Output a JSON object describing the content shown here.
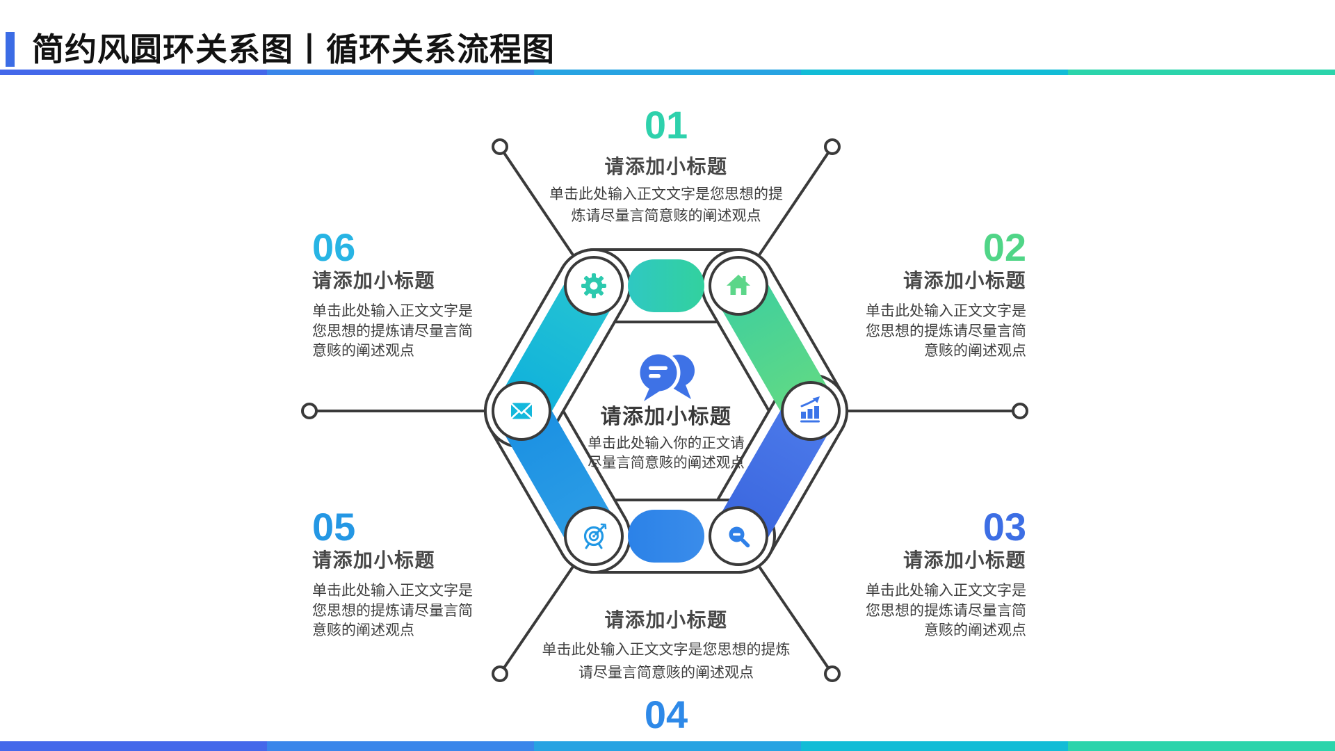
{
  "header": {
    "title": "简约风圆环关系图丨循环关系流程图",
    "accent_color": "#3b6ce5"
  },
  "theme": {
    "background": "#ffffff",
    "outline_color": "#3a3a3a",
    "gradient_stops": [
      "#4468ea",
      "#3a86ea",
      "#27a3e2",
      "#12bcd6",
      "#2bd4ab"
    ]
  },
  "center": {
    "icon": "chat-bubbles-icon",
    "icon_color": "#3e72e6",
    "subtitle": "请添加小标题",
    "body": [
      "单击此处输入你的正文请",
      "尽量言简意赅的阐述观点"
    ]
  },
  "sections": [
    {
      "number": "01",
      "color": "#2ed1ac",
      "subtitle": "请添加小标题",
      "body": [
        "单击此处输入正文文字是您思想的提",
        "炼请尽量言简意赅的阐述观点"
      ],
      "band_colors": [
        "#2fc8c2",
        "#32d19e"
      ]
    },
    {
      "number": "02",
      "color": "#50d587",
      "subtitle": "请添加小标题",
      "body": [
        "单击此处输入正文文字是",
        "您思想的提炼请尽量言简",
        "意赅的阐述观点"
      ],
      "band_colors": [
        "#3ecf9e",
        "#63da83"
      ]
    },
    {
      "number": "03",
      "color": "#3d6ee4",
      "subtitle": "请添加小标题",
      "body": [
        "单击此处输入正文文字是",
        "您思想的提炼请尽量言简",
        "意赅的阐述观点"
      ],
      "band_colors": [
        "#4c7aea",
        "#3a66de"
      ]
    },
    {
      "number": "04",
      "color": "#2e89e8",
      "subtitle": "请添加小标题",
      "body": [
        "单击此处输入正文文字是您思想的提炼",
        "请尽量言简意赅的阐述观点"
      ],
      "band_colors": [
        "#3a8cea",
        "#2b82e8"
      ]
    },
    {
      "number": "05",
      "color": "#2497e4",
      "subtitle": "请添加小标题",
      "body": [
        "单击此处输入正文文字是",
        "您思想的提炼请尽量言简",
        "意赅的阐述观点"
      ],
      "band_colors": [
        "#2d9de6",
        "#1a90e2"
      ]
    },
    {
      "number": "06",
      "color": "#27b4e4",
      "subtitle": "请添加小标题",
      "body": [
        "单击此处输入正文文字是",
        "您思想的提炼请尽量言简",
        "意赅的阐述观点"
      ],
      "band_colors": [
        "#0fb0dc",
        "#25c4d2"
      ]
    }
  ],
  "vertex_icons": [
    {
      "name": "gear-icon",
      "color": "#2cc9ae"
    },
    {
      "name": "house-icon",
      "color": "#5cd689"
    },
    {
      "name": "trend-chart-icon",
      "color": "#3b74e8"
    },
    {
      "name": "magnifier-icon",
      "color": "#2f80e8"
    },
    {
      "name": "target-icon",
      "color": "#2198e5"
    },
    {
      "name": "envelope-icon",
      "color": "#14b8dc"
    }
  ]
}
